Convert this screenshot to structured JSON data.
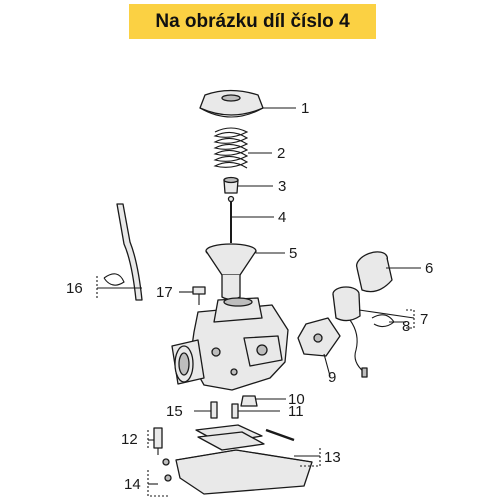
{
  "banner": {
    "text": "Na obrázku díl číslo 4",
    "color": "#fbd143"
  },
  "callouts": [
    "1",
    "2",
    "3",
    "4",
    "5",
    "6",
    "7",
    "8",
    "9",
    "10",
    "11",
    "12",
    "13",
    "14",
    "15",
    "16",
    "17"
  ]
}
